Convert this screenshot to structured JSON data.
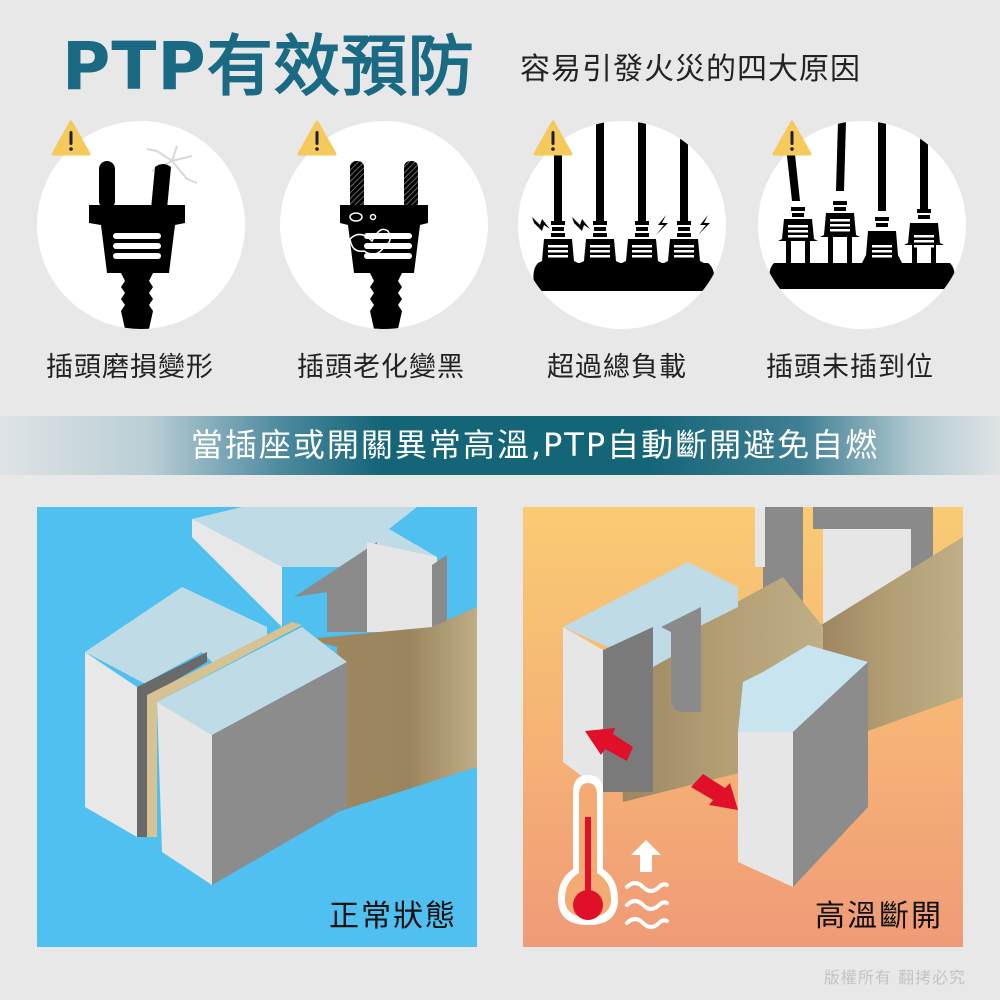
{
  "header": {
    "title": "PTP有效預防",
    "subtitle": "容易引發火災的四大原因"
  },
  "causes": [
    {
      "label": "插頭磨損變形",
      "icon": "cracked-plug-icon"
    },
    {
      "label": "插頭老化變黑",
      "icon": "aged-plug-icon"
    },
    {
      "label": "超過總負載",
      "icon": "overloaded-strip-icon"
    },
    {
      "label": "插頭未插到位",
      "icon": "loose-plug-icon"
    }
  ],
  "banner": {
    "text": "當插座或開關異常高溫,PTP自動斷開避免自燃"
  },
  "panels": [
    {
      "label": "正常狀態",
      "state": "normal",
      "background": "#4fc0ef"
    },
    {
      "label": "高溫斷開",
      "state": "high-temperature-disconnect",
      "background": "#f5b276"
    }
  ],
  "footer": {
    "copyright": "版權所有 翻拷必究"
  },
  "colors": {
    "title": "#1a6a84",
    "banner": "#156579",
    "warning": "#f5c95a",
    "alert_red": "#e0102a",
    "copper": "#a08760"
  }
}
